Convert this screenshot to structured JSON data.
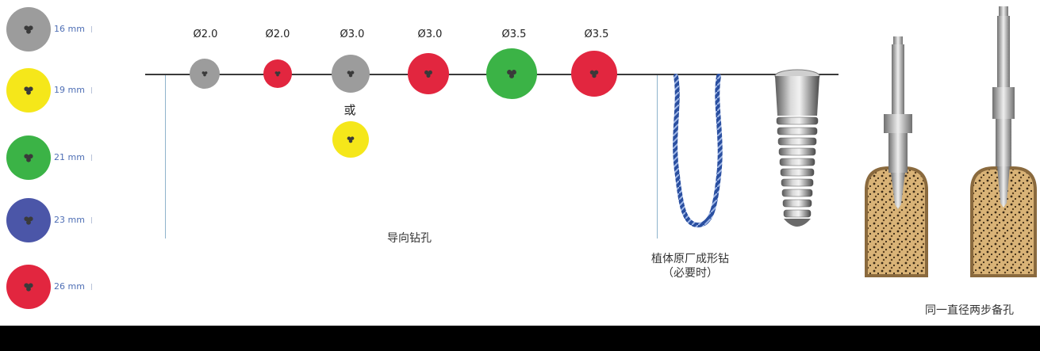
{
  "colors": {
    "gray": "#9c9c9c",
    "yellow": "#f5e71a",
    "green": "#3bb346",
    "blue": "#4b56a8",
    "red": "#e2263f",
    "hub": "#3a3a3a"
  },
  "legend": [
    {
      "size": "16 mm",
      "color": "gray"
    },
    {
      "size": "19 mm",
      "color": "yellow"
    },
    {
      "size": "21 mm",
      "color": "green"
    },
    {
      "size": "23 mm",
      "color": "blue"
    },
    {
      "size": "26 mm",
      "color": "red"
    }
  ],
  "drills": [
    {
      "label": "Ø2.0",
      "color": "gray"
    },
    {
      "label": "Ø2.0",
      "color": "red"
    },
    {
      "label": "Ø3.0",
      "color": "gray"
    },
    {
      "label": "Ø3.0",
      "color": "red"
    },
    {
      "label": "Ø3.5",
      "color": "green"
    },
    {
      "label": "Ø3.5",
      "color": "red"
    }
  ],
  "alternative": {
    "or_label": "或",
    "color": "yellow"
  },
  "captions": {
    "pilot_drilling": "导向钻孔",
    "profile_drill_line1": "植体原厂成形钻",
    "profile_drill_line2": "（必要时）",
    "two_step": "同一直径两步备孔"
  }
}
